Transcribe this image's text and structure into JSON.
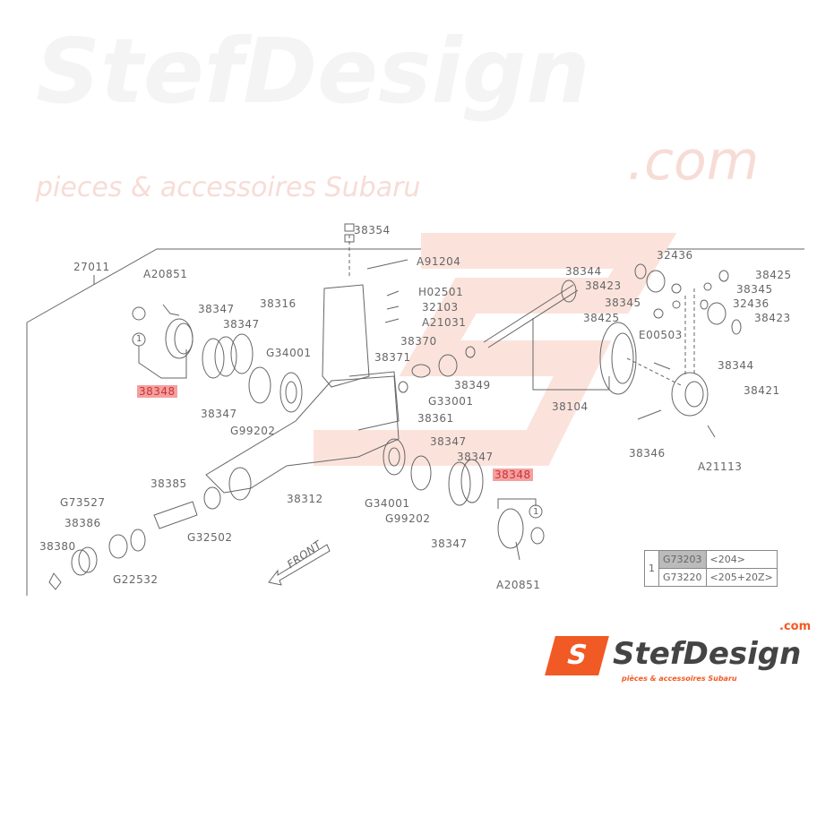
{
  "watermark": {
    "brand": "StefDesign",
    "suffix": ".com",
    "tagline": "pieces & accessoires Subaru"
  },
  "labels": [
    "38354",
    "A91204",
    "27011",
    "A20851",
    "38316",
    "H02501",
    "38347",
    "38347",
    "32103",
    "A21031",
    "38370",
    "38371",
    "G34001",
    "38348",
    "38349",
    "G33001",
    "38347",
    "38361",
    "G99202",
    "38104",
    "38344",
    "38423",
    "32436",
    "38425",
    "38345",
    "38345",
    "32436",
    "38425",
    "38423",
    "E00503",
    "38344",
    "38421",
    "38346",
    "A21113",
    "38347",
    "38347",
    "38348",
    "38385",
    "38312",
    "G73527",
    "38386",
    "G34001",
    "G99202",
    "38380",
    "G32502",
    "38347",
    "G22532",
    "A20851"
  ],
  "front_label": "FRONT",
  "callout": "1",
  "table": {
    "ref": "1",
    "rows": [
      {
        "part": "G73203",
        "note": "<204>"
      },
      {
        "part": "G73220",
        "note": "<205+20Z>"
      }
    ]
  },
  "logo": {
    "brand": "StefDesign",
    "suffix": ".com",
    "tagline": "pièces & accessoires Subaru",
    "accent": "#f15a24"
  }
}
